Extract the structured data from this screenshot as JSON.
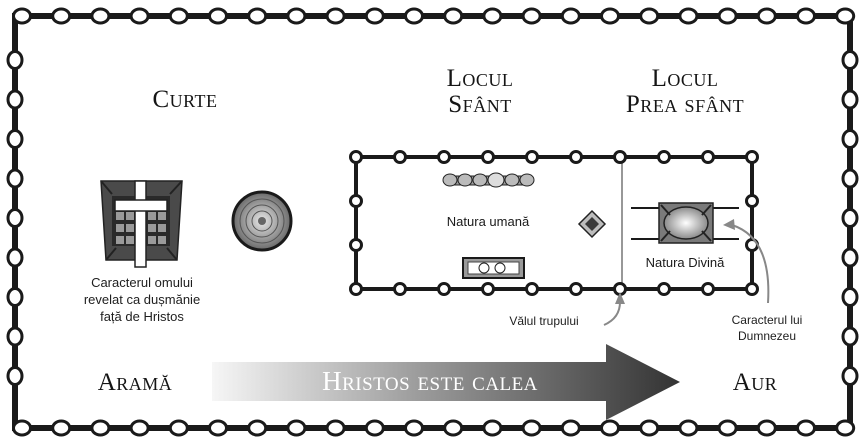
{
  "zones": {
    "court": "Curte",
    "holy_place": "Locul\nSfânt",
    "most_holy_place": "Locul\nPrea sfânt"
  },
  "labels": {
    "human_character": "Caracterul omului\nrevelat ca dușmănie\nfață de Hristos",
    "human_nature": "Natura umană",
    "divine_nature": "Natura Divină",
    "veil": "Vălul trupului",
    "divine_character": "Caracterul lui\nDumnezeu"
  },
  "bottom": {
    "left": "Aramă",
    "arrow": "Hristos este calea",
    "right": "Aur"
  },
  "icons": {
    "altar": "altar-cross-icon",
    "laver": "laver-icon",
    "lampstand": "lampstand-icon",
    "table": "showbread-table-icon",
    "incense": "incense-altar-icon",
    "ark": "ark-icon"
  },
  "colors": {
    "frame": "#1a1a1a",
    "dot": "#ffffff",
    "arrow_light": "#f4f4f4",
    "arrow_dark": "#333333"
  }
}
